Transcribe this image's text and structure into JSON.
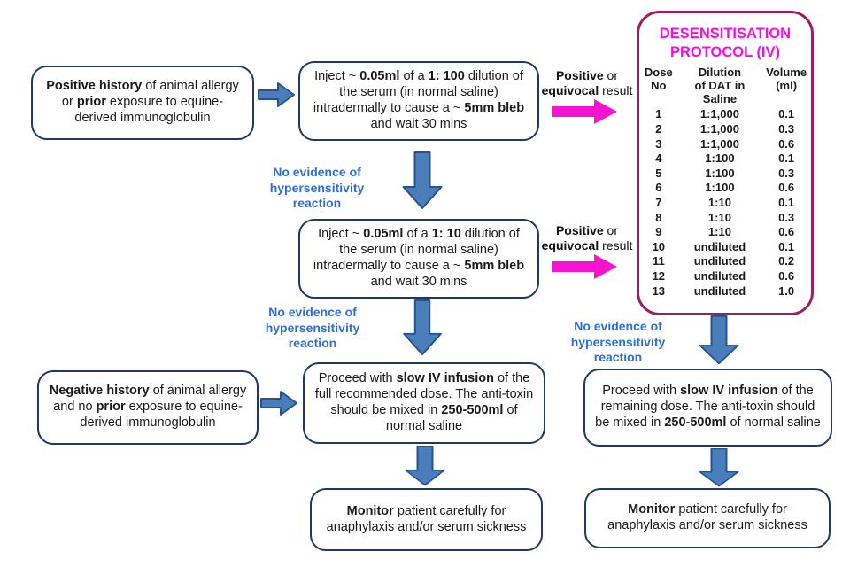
{
  "colors": {
    "box_border": "#1f3864",
    "arrow_fill": "#4a7ebb",
    "arrow_stroke": "#25538f",
    "pink_arrow": "#f414cf",
    "panel_border": "#9b1f62",
    "panel_title": "#fb0ce4",
    "blue_label_text": "#2e6fd4"
  },
  "flow": {
    "positive_history": [
      {
        "t": "Positive history",
        "b": true
      },
      {
        "t": " of animal allergy or ",
        "b": false
      },
      {
        "t": "prior",
        "b": true
      },
      {
        "t": " exposure to equine-derived immunoglobulin",
        "b": false
      }
    ],
    "inject_1_100": [
      {
        "t": "Inject ~ ",
        "b": false
      },
      {
        "t": "0.05ml",
        "b": true
      },
      {
        "t": " of a ",
        "b": false
      },
      {
        "t": "1: 100",
        "b": true
      },
      {
        "t": " dilution of the serum (in normal saline) intradermally to cause a ~ ",
        "b": false
      },
      {
        "t": "5mm bleb",
        "b": true
      },
      {
        "t": " and wait 30 mins",
        "b": false
      }
    ],
    "inject_1_10": [
      {
        "t": "Inject ~ ",
        "b": false
      },
      {
        "t": "0.05ml",
        "b": true
      },
      {
        "t": " of a ",
        "b": false
      },
      {
        "t": "1: 10",
        "b": true
      },
      {
        "t": " dilution of the serum (in normal saline) intradermally to cause a ~ ",
        "b": false
      },
      {
        "t": "5mm bleb",
        "b": true
      },
      {
        "t": " and wait 30 mins",
        "b": false
      }
    ],
    "negative_history": [
      {
        "t": "Negative history",
        "b": true
      },
      {
        "t": " of animal allergy and no ",
        "b": false
      },
      {
        "t": "prior",
        "b": true
      },
      {
        "t": " exposure to equine-derived immunoglobulin",
        "b": false
      }
    ],
    "proceed_full": [
      {
        "t": "Proceed with ",
        "b": false
      },
      {
        "t": "slow IV infusion",
        "b": true
      },
      {
        "t": " of the full recommended dose.  The anti-toxin should be mixed in ",
        "b": false
      },
      {
        "t": "250-500ml",
        "b": true
      },
      {
        "t": " of normal saline",
        "b": false
      }
    ],
    "proceed_remaining": [
      {
        "t": "Proceed with ",
        "b": false
      },
      {
        "t": "slow IV infusion",
        "b": true
      },
      {
        "t": " of the remaining dose.  The anti-toxin should be mixed in ",
        "b": false
      },
      {
        "t": "250-500ml",
        "b": true
      },
      {
        "t": " of normal saline",
        "b": false
      }
    ],
    "monitor": [
      {
        "t": "Monitor",
        "b": true
      },
      {
        "t": " patient carefully for anaphylaxis and/or serum sickness",
        "b": false
      }
    ],
    "positive_result": [
      {
        "t": "Positive",
        "b": true
      },
      {
        "t": " or ",
        "b": false
      },
      {
        "t": "equivocal",
        "b": true
      },
      {
        "t": " result",
        "b": false
      }
    ],
    "no_evidence": "No evidence of hypersensitivity reaction"
  },
  "protocol_panel": {
    "title": "DESENSITISATION\nPROTOCOL (IV)",
    "table": {
      "headers": [
        "Dose\nNo",
        "Dilution\nof DAT in\nSaline",
        "Volume\n(ml)"
      ],
      "rows": [
        [
          "1",
          "1:1,000",
          "0.1"
        ],
        [
          "2",
          "1:1,000",
          "0.3"
        ],
        [
          "3",
          "1:1,000",
          "0.6"
        ],
        [
          "4",
          "1:100",
          "0.1"
        ],
        [
          "5",
          "1:100",
          "0.3"
        ],
        [
          "6",
          "1:100",
          "0.6"
        ],
        [
          "7",
          "1:10",
          "0.1"
        ],
        [
          "8",
          "1:10",
          "0.3"
        ],
        [
          "9",
          "1:10",
          "0.6"
        ],
        [
          "10",
          "undiluted",
          "0.1"
        ],
        [
          "11",
          "undiluted",
          "0.2"
        ],
        [
          "12",
          "undiluted",
          "0.6"
        ],
        [
          "13",
          "undiluted",
          "1.0"
        ]
      ]
    }
  }
}
